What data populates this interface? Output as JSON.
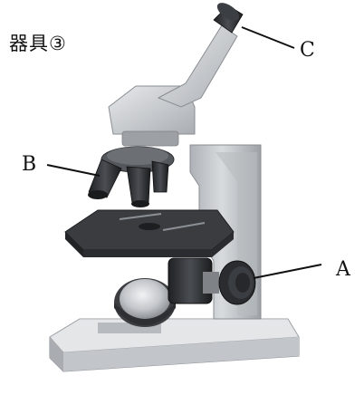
{
  "figure": {
    "title": "器具③",
    "labels": {
      "A": "A",
      "B": "B",
      "C": "C"
    }
  },
  "colors": {
    "background": "#ffffff",
    "body": "#c9ccd0",
    "dark": "#2e3033",
    "stage": "#3a3c40",
    "base": "#d7dadd",
    "line": "#111111"
  }
}
